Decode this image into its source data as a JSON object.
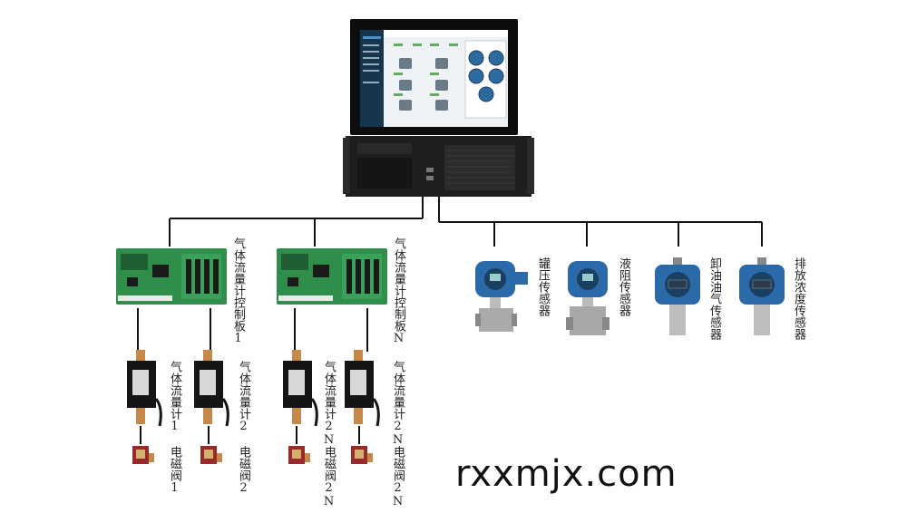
{
  "control_board_1": "气体流量计控制板1",
  "control_board_n": "气体流量计控制板N",
  "flowmeter_1": "气体流量计1",
  "flowmeter_2": "气体流量计2",
  "flowmeter_2n_a": "气体流量计2N",
  "flowmeter_2n_b": "气体流量计2N",
  "valve_1": "电磁阀1",
  "valve_2": "电磁阀2",
  "valve_2n_a": "电磁阀2N",
  "valve_2n_b": "电磁阀2N",
  "tank_pressure_sensor": "罐压传感器",
  "liquid_resistance_sensor": "液阻传感器",
  "unloading_gas_sensor": "卸油油气传感器",
  "emission_concentration_sensor": "排放浓度传感器",
  "watermark": "rxxmjx.com",
  "colors": {
    "line": "#111111",
    "pcb_green": "#2f8f4a",
    "sensor_blue": "#2a6aa8",
    "flowmeter_black": "#151515",
    "valve_red": "#9a2a2a"
  }
}
